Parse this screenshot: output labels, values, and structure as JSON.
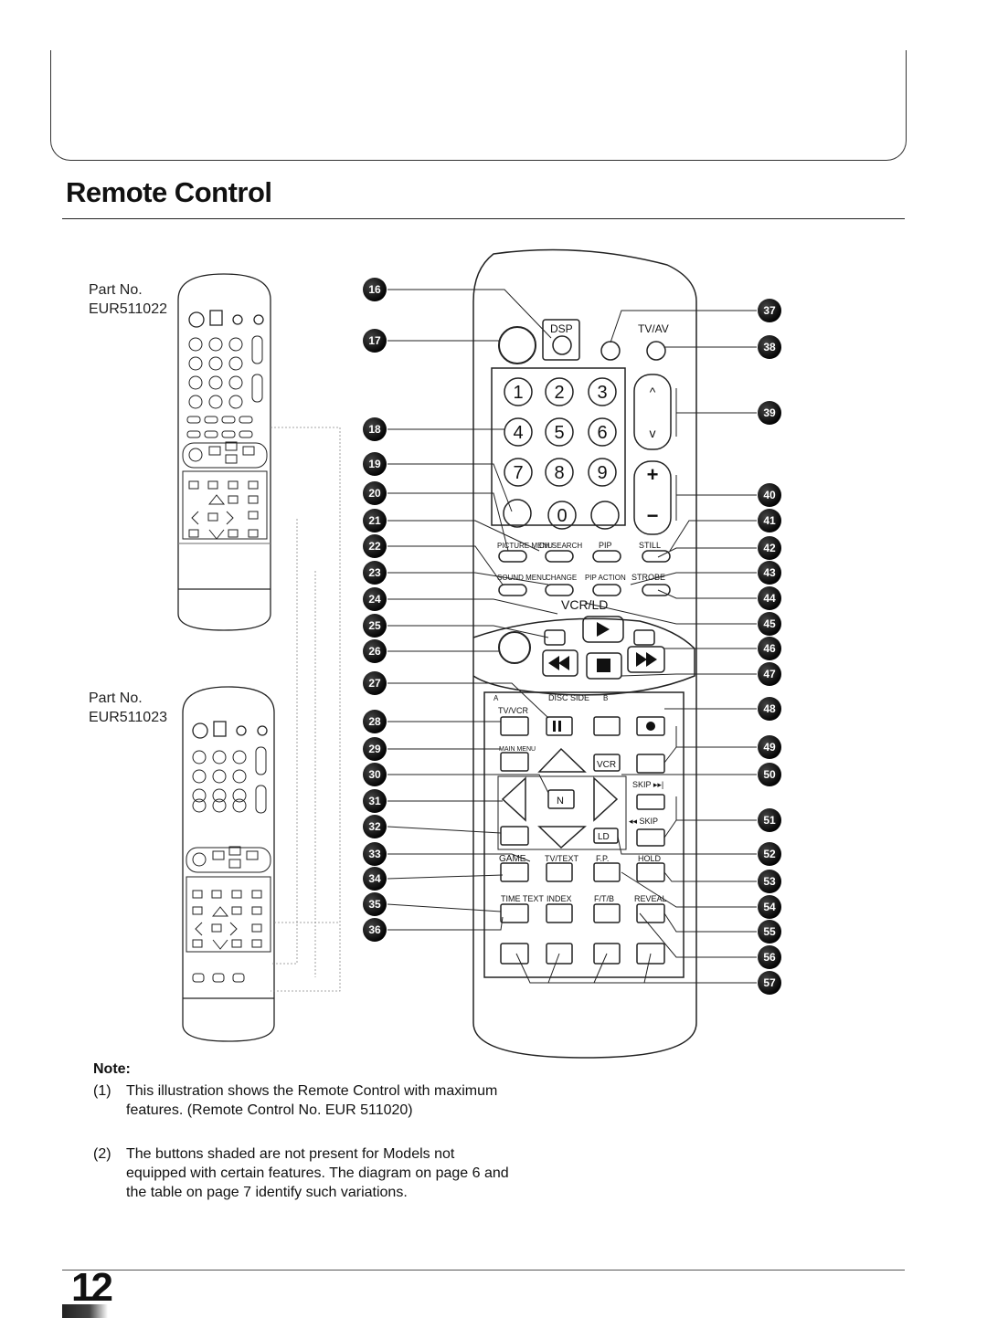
{
  "title": "Remote Control",
  "remote_small_1": {
    "part_label": "Part No.",
    "part_number": "EUR511022"
  },
  "remote_small_2": {
    "part_label": "Part No.",
    "part_number": "EUR511023"
  },
  "main_remote": {
    "labels": {
      "dsp": "DSP",
      "tv_av": "TV/AV",
      "d1": "1",
      "d2": "2",
      "d3": "3",
      "d4": "4",
      "d5": "5",
      "d6": "6",
      "d7": "7",
      "d8": "8",
      "d9": "9",
      "d0": "0",
      "ch_up": "^",
      "ch_down": "v",
      "vol_up": "+",
      "vol_down": "−",
      "picture_menu": "PICTURE MENU",
      "ch_search": "CH SEARCH",
      "pip": "PIP",
      "still": "STILL",
      "sound_menu": "SOUND MENU",
      "change": "CHANGE",
      "pip_action": "PIP ACTION",
      "strobe": "STROBE",
      "vcr_ld": "VCR/LD",
      "disc_side": "DISC SIDE",
      "a": "A",
      "b": "B",
      "tv_vcr": "TV/VCR",
      "main_menu": "MAIN MENU",
      "vcr": "VCR",
      "n": "N",
      "skip_fwd": "SKIP ▸▸|",
      "skip_back": "◂◂ SKIP",
      "ld": "LD",
      "game": "GAME",
      "tv_text": "TV/TEXT",
      "fp": "F.P.",
      "hold": "HOLD",
      "time_text": "TIME TEXT",
      "index": "INDEX",
      "ftb": "F/T/B",
      "reveal": "REVEAL"
    },
    "callouts_left": [
      "16",
      "17",
      "18",
      "19",
      "20",
      "21",
      "22",
      "23",
      "24",
      "25",
      "26",
      "27",
      "28",
      "29",
      "30",
      "31",
      "32",
      "33",
      "34",
      "35",
      "36"
    ],
    "callouts_right": [
      "37",
      "38",
      "39",
      "40",
      "41",
      "42",
      "43",
      "44",
      "45",
      "46",
      "47",
      "48",
      "49",
      "50",
      "51",
      "52",
      "53",
      "54",
      "55",
      "56",
      "57"
    ]
  },
  "note": {
    "title": "Note:",
    "items": [
      {
        "num": "(1)",
        "text": "This illustration shows the Remote Control with maximum features. (Remote Control No. EUR 511020)"
      },
      {
        "num": "(2)",
        "text": "The buttons shaded are not present for Models not equipped with certain features. The diagram on page 6 and the table on page 7 identify such variations."
      }
    ]
  },
  "page_number": "12"
}
